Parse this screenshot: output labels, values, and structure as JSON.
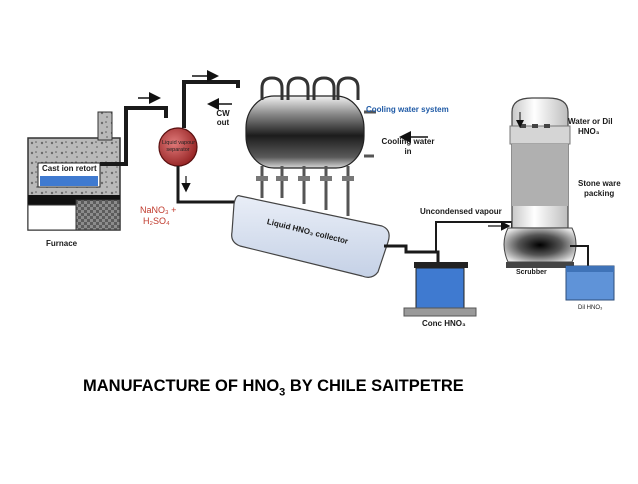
{
  "diagram": {
    "labels": {
      "cast_iron_retort": "Cast ion retort",
      "furnace": "Furnace",
      "reactants_line1": "NaNO₃ +",
      "reactants_line2": "H₂SO₄",
      "separator_line1": "Liquid vapour",
      "separator_line2": "separator",
      "cw_out_line1": "CW",
      "cw_out_line2": "out",
      "cooling_water_system": "Cooling water system",
      "cooling_water_in_line1": "Cooling water",
      "cooling_water_in_line2": "in",
      "collector": "Liquid HNO₃ collector",
      "uncondensed_vapour": "Uncondensed vapour",
      "conc_hno3": "Conc HNO₃",
      "water_line1": "Water or Dil",
      "water_line2": "HNO₃",
      "packing_line1": "Stone ware",
      "packing_line2": "packing",
      "scrubber": "Scrubber",
      "dil_hno3": "Dil HNO₃"
    },
    "caption": {
      "main": "MANUFACTURE OF HNO",
      "sub": "3",
      "rest": " BY CHILE SAITPETRE"
    }
  }
}
